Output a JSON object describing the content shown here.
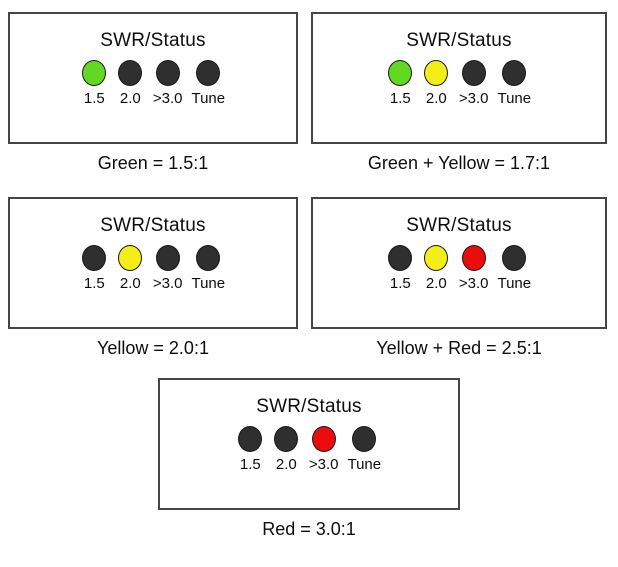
{
  "figure": {
    "description_colors": {
      "green": "#63d822",
      "yellow": "#f4ee18",
      "red": "#ea0d0d",
      "off": "#2f2f2f",
      "panel_border": "#454545",
      "text": "#0d0d0d",
      "background": "#ffffff"
    },
    "panels": [
      {
        "title": "SWR/Status",
        "labels": [
          "1.5",
          "2.0",
          ">3.0",
          "Tune"
        ],
        "leds": [
          "green",
          "off",
          "off",
          "off"
        ],
        "caption": "Green = 1.5:1"
      },
      {
        "title": "SWR/Status",
        "labels": [
          "1.5",
          "2.0",
          ">3.0",
          "Tune"
        ],
        "leds": [
          "green",
          "yellow",
          "off",
          "off"
        ],
        "caption": "Green + Yellow = 1.7:1"
      },
      {
        "title": "SWR/Status",
        "labels": [
          "1.5",
          "2.0",
          ">3.0",
          "Tune"
        ],
        "leds": [
          "off",
          "yellow",
          "off",
          "off"
        ],
        "caption": "Yellow = 2.0:1"
      },
      {
        "title": "SWR/Status",
        "labels": [
          "1.5",
          "2.0",
          ">3.0",
          "Tune"
        ],
        "leds": [
          "off",
          "yellow",
          "red",
          "off"
        ],
        "caption": "Yellow + Red = 2.5:1"
      },
      {
        "title": "SWR/Status",
        "labels": [
          "1.5",
          "2.0",
          ">3.0",
          "Tune"
        ],
        "leds": [
          "off",
          "off",
          "red",
          "off"
        ],
        "caption": "Red = 3.0:1"
      }
    ]
  }
}
